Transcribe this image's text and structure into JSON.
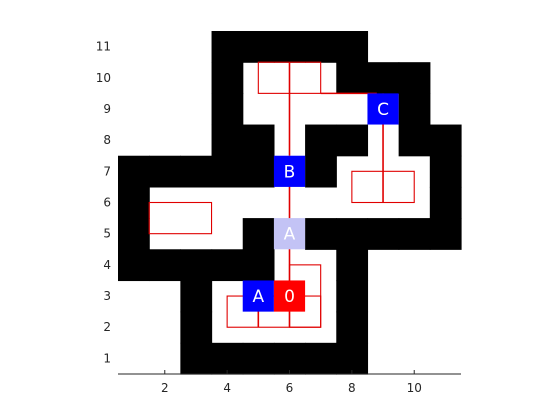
{
  "chart_data": {
    "type": "grid-map",
    "xlim": [
      0.5,
      11.5
    ],
    "ylim": [
      0.5,
      11.5
    ],
    "x_ticks": [
      "2",
      "4",
      "6",
      "8",
      "10"
    ],
    "y_ticks": [
      "1",
      "2",
      "3",
      "4",
      "5",
      "6",
      "7",
      "8",
      "9",
      "10",
      "11"
    ],
    "colors": {
      "wall": "#000000",
      "free": "#ffffff",
      "path": "#e00000",
      "node": "#0000ff",
      "start": "#ff0000",
      "faded_node": "#c3c3f5",
      "axis": "#262626"
    },
    "walls": [
      {
        "x": 4,
        "y": 11
      },
      {
        "x": 5,
        "y": 11
      },
      {
        "x": 6,
        "y": 11
      },
      {
        "x": 7,
        "y": 11
      },
      {
        "x": 8,
        "y": 11
      },
      {
        "x": 4,
        "y": 10
      },
      {
        "x": 8,
        "y": 10
      },
      {
        "x": 9,
        "y": 10
      },
      {
        "x": 10,
        "y": 10
      },
      {
        "x": 4,
        "y": 9
      },
      {
        "x": 10,
        "y": 9
      },
      {
        "x": 4,
        "y": 8
      },
      {
        "x": 5,
        "y": 8
      },
      {
        "x": 7,
        "y": 8
      },
      {
        "x": 8,
        "y": 8
      },
      {
        "x": 10,
        "y": 8
      },
      {
        "x": 11,
        "y": 8
      },
      {
        "x": 1,
        "y": 7
      },
      {
        "x": 2,
        "y": 7
      },
      {
        "x": 3,
        "y": 7
      },
      {
        "x": 4,
        "y": 7
      },
      {
        "x": 5,
        "y": 7
      },
      {
        "x": 7,
        "y": 7
      },
      {
        "x": 11,
        "y": 7
      },
      {
        "x": 1,
        "y": 6
      },
      {
        "x": 11,
        "y": 6
      },
      {
        "x": 1,
        "y": 5
      },
      {
        "x": 5,
        "y": 5
      },
      {
        "x": 7,
        "y": 5
      },
      {
        "x": 8,
        "y": 5
      },
      {
        "x": 9,
        "y": 5
      },
      {
        "x": 10,
        "y": 5
      },
      {
        "x": 11,
        "y": 5
      },
      {
        "x": 1,
        "y": 4
      },
      {
        "x": 2,
        "y": 4
      },
      {
        "x": 3,
        "y": 4
      },
      {
        "x": 4,
        "y": 4
      },
      {
        "x": 5,
        "y": 4
      },
      {
        "x": 8,
        "y": 4
      },
      {
        "x": 3,
        "y": 3
      },
      {
        "x": 8,
        "y": 3
      },
      {
        "x": 3,
        "y": 2
      },
      {
        "x": 8,
        "y": 2
      },
      {
        "x": 3,
        "y": 1
      },
      {
        "x": 4,
        "y": 1
      },
      {
        "x": 5,
        "y": 1
      },
      {
        "x": 6,
        "y": 1
      },
      {
        "x": 7,
        "y": 1
      },
      {
        "x": 8,
        "y": 1
      }
    ],
    "free_cells": [
      {
        "x": 5,
        "y": 10
      },
      {
        "x": 6,
        "y": 10
      },
      {
        "x": 7,
        "y": 10
      },
      {
        "x": 5,
        "y": 9
      },
      {
        "x": 6,
        "y": 9
      },
      {
        "x": 7,
        "y": 9
      },
      {
        "x": 8,
        "y": 9
      },
      {
        "x": 9,
        "y": 9
      },
      {
        "x": 6,
        "y": 8
      },
      {
        "x": 9,
        "y": 8
      },
      {
        "x": 6,
        "y": 7
      },
      {
        "x": 8,
        "y": 7
      },
      {
        "x": 9,
        "y": 7
      },
      {
        "x": 10,
        "y": 7
      },
      {
        "x": 2,
        "y": 6
      },
      {
        "x": 3,
        "y": 6
      },
      {
        "x": 4,
        "y": 6
      },
      {
        "x": 5,
        "y": 6
      },
      {
        "x": 6,
        "y": 6
      },
      {
        "x": 7,
        "y": 6
      },
      {
        "x": 8,
        "y": 6
      },
      {
        "x": 9,
        "y": 6
      },
      {
        "x": 10,
        "y": 6
      },
      {
        "x": 2,
        "y": 5
      },
      {
        "x": 3,
        "y": 5
      },
      {
        "x": 4,
        "y": 5
      },
      {
        "x": 6,
        "y": 5
      },
      {
        "x": 6,
        "y": 4
      },
      {
        "x": 7,
        "y": 4
      },
      {
        "x": 4,
        "y": 3
      },
      {
        "x": 5,
        "y": 3
      },
      {
        "x": 6,
        "y": 3
      },
      {
        "x": 7,
        "y": 3
      },
      {
        "x": 4,
        "y": 2
      },
      {
        "x": 5,
        "y": 2
      },
      {
        "x": 6,
        "y": 2
      },
      {
        "x": 7,
        "y": 2
      }
    ],
    "path_rects": [
      {
        "x0": 5,
        "x1": 7,
        "y0": 9.5,
        "y1": 10.5
      },
      {
        "x0": 8,
        "x1": 10,
        "y0": 6,
        "y1": 7
      },
      {
        "x0": 1.5,
        "x1": 3.5,
        "y0": 5,
        "y1": 6
      },
      {
        "x0": 4,
        "x1": 7,
        "y0": 2,
        "y1": 3
      },
      {
        "x0": 6,
        "x1": 7,
        "y0": 2,
        "y1": 4
      }
    ],
    "path_segments": [
      {
        "x": [
          6,
          6
        ],
        "y": [
          10.5,
          9.5
        ]
      },
      {
        "x": [
          7,
          8.8
        ],
        "y": [
          9.5,
          9.5
        ]
      },
      {
        "x": [
          6,
          6
        ],
        "y": [
          9.5,
          7.5
        ]
      },
      {
        "x": [
          9,
          9
        ],
        "y": [
          9.5,
          6
        ]
      },
      {
        "x": [
          6,
          6
        ],
        "y": [
          7,
          5
        ]
      },
      {
        "x": [
          6,
          6
        ],
        "y": [
          5,
          2
        ]
      },
      {
        "x": [
          5,
          5
        ],
        "y": [
          2,
          3
        ]
      }
    ],
    "nodes": [
      {
        "label": "C",
        "x": 9,
        "y": 9,
        "style": "node"
      },
      {
        "label": "B",
        "x": 6,
        "y": 7,
        "style": "node"
      },
      {
        "label": "A",
        "x": 6,
        "y": 5,
        "style": "faded_node"
      },
      {
        "label": "A",
        "x": 5,
        "y": 3,
        "style": "node"
      },
      {
        "label": "0",
        "x": 6,
        "y": 3,
        "style": "start"
      }
    ]
  }
}
